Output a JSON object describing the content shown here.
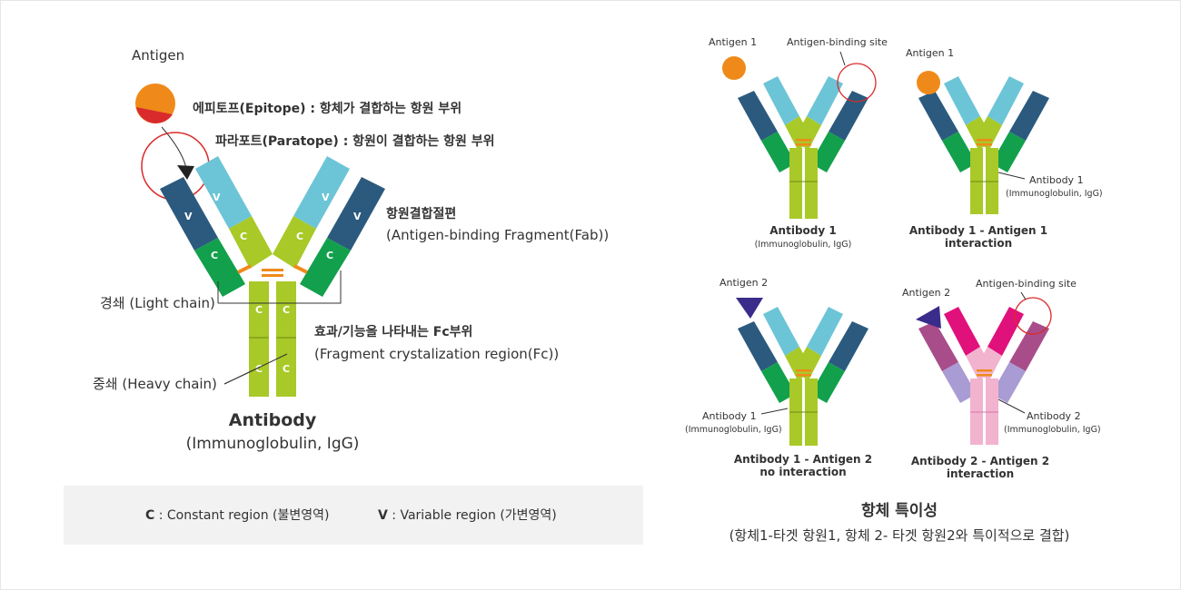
{
  "left": {
    "antigen_label": "Antigen",
    "epitope_label": "에피토프(Epitope) : 항체가 결합하는 항원 부위",
    "paratope_label": "파라포트(Paratope) : 항원이 결합하는 항원 부위",
    "fab_title": "항원결합절편",
    "fab_sub": "(Antigen-binding Fragment(Fab))",
    "fc_title": "효과/기능을 나타내는 Fc부위",
    "fc_sub": "(Fragment crystalization region(Fc))",
    "light_chain": "경쇄 (Light chain)",
    "heavy_chain": "중쇄 (Heavy chain)",
    "antibody_title": "Antibody",
    "antibody_sub": "(Immunoglobulin, IgG)",
    "v": "V",
    "c": "C"
  },
  "legend": {
    "c_key": "C",
    "c_text": " : Constant region (불변영역)",
    "v_key": "V",
    "v_text": " : Variable region (가변영역)"
  },
  "right": {
    "p1": {
      "antigen": "Antigen 1",
      "site": "Antigen-binding site",
      "ab": "Antibody 1",
      "ab_sub": "(Immunoglobulin, IgG)"
    },
    "p2": {
      "antigen": "Antigen 1",
      "ab": "Antibody 1",
      "ab_sub": "(Immunoglobulin, IgG)",
      "cap1": "Antibody 1 - Antigen 1",
      "cap2": "interaction"
    },
    "p3": {
      "antigen": "Antigen 2",
      "ab": "Antibody 1",
      "ab_sub": "(Immunoglobulin, IgG)",
      "cap1": "Antibody 1 - Antigen 2",
      "cap2": "no interaction"
    },
    "p4": {
      "antigen": "Antigen 2",
      "site": "Antigen-binding site",
      "ab": "Antibody 2",
      "ab_sub": "(Immunoglobulin, IgG)",
      "cap1": "Antibody 2 - Antigen 2",
      "cap2": "interaction"
    },
    "title": "항체 특이성",
    "subtitle": "(항체1-타겟 항원1, 항체 2- 타겟 항원2와 특이적으로 결합)"
  },
  "colors": {
    "dark_blue": "#2b5a7e",
    "light_blue": "#6cc5d6",
    "dark_green": "#12a04c",
    "lime": "#a8c928",
    "orange": "#ef8a1a",
    "red_circle": "#d92b2b",
    "pink_light": "#f2b3cf",
    "pink_hot": "#e0117b",
    "mauve": "#a94d8a",
    "lavender": "#a99bd3",
    "antigen2": "#3a2c8a"
  }
}
